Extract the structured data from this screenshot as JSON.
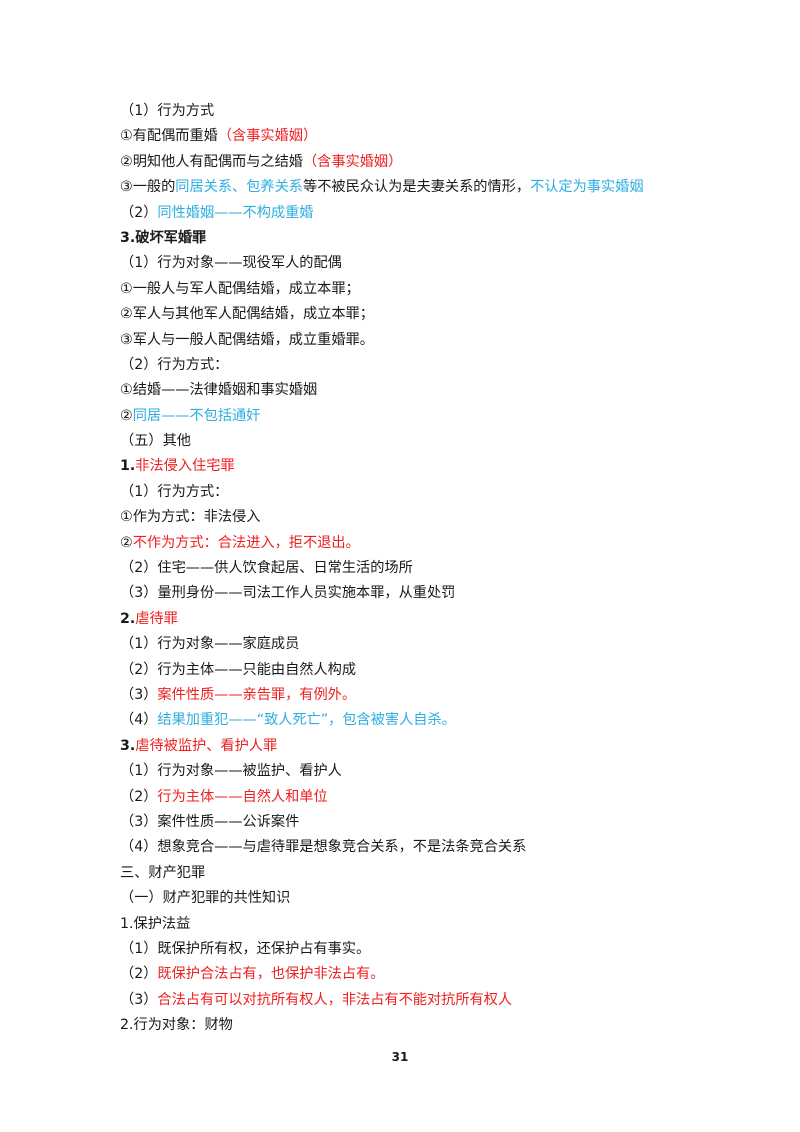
{
  "lines": [
    {
      "segs": [
        {
          "t": "（1）行为方式",
          "c": "black"
        }
      ]
    },
    {
      "segs": [
        {
          "t": "①有配偶而重婚",
          "c": "black"
        },
        {
          "t": "（含事实婚姻）",
          "c": "red"
        }
      ]
    },
    {
      "segs": [
        {
          "t": "②明知他人有配偶而与之结婚",
          "c": "black"
        },
        {
          "t": "（含事实婚姻）",
          "c": "red"
        }
      ]
    },
    {
      "segs": [
        {
          "t": "③一般的",
          "c": "black"
        },
        {
          "t": "同居关系、包养关系",
          "c": "blue"
        },
        {
          "t": "等不被民众认为是夫妻关系的情形，",
          "c": "black"
        },
        {
          "t": "不认定为事实婚姻",
          "c": "blue"
        }
      ]
    },
    {
      "segs": [
        {
          "t": "（2）",
          "c": "black"
        },
        {
          "t": "同性婚姻——不构成重婚",
          "c": "blue"
        }
      ]
    },
    {
      "segs": [
        {
          "t": "3.破坏军婚罪",
          "c": "black",
          "b": true
        }
      ]
    },
    {
      "segs": [
        {
          "t": "（1）行为对象——现役军人的配偶",
          "c": "black"
        }
      ]
    },
    {
      "segs": [
        {
          "t": "①一般人与军人配偶结婚，成立本罪；",
          "c": "black"
        }
      ]
    },
    {
      "segs": [
        {
          "t": "②军人与其他军人配偶结婚，成立本罪；",
          "c": "black"
        }
      ]
    },
    {
      "segs": [
        {
          "t": "③军人与一般人配偶结婚，成立重婚罪。",
          "c": "black"
        }
      ]
    },
    {
      "segs": [
        {
          "t": "（2）行为方式：",
          "c": "black"
        }
      ]
    },
    {
      "segs": [
        {
          "t": "①结婚——法律婚姻和事实婚姻",
          "c": "black"
        }
      ]
    },
    {
      "segs": [
        {
          "t": "②",
          "c": "black"
        },
        {
          "t": "同居——不包括通奸",
          "c": "blue"
        }
      ]
    },
    {
      "segs": [
        {
          "t": "（五）其他",
          "c": "black"
        }
      ]
    },
    {
      "segs": [
        {
          "t": "1.",
          "c": "black",
          "b": true
        },
        {
          "t": "非法侵入住宅罪",
          "c": "red"
        }
      ]
    },
    {
      "segs": [
        {
          "t": "（1）行为方式：",
          "c": "black"
        }
      ]
    },
    {
      "segs": [
        {
          "t": "①作为方式：非法侵入",
          "c": "black"
        }
      ]
    },
    {
      "segs": [
        {
          "t": "②",
          "c": "black"
        },
        {
          "t": "不作为方式：合法进入，拒不退出。",
          "c": "red"
        }
      ]
    },
    {
      "segs": [
        {
          "t": "（2）住宅——供人饮食起居、日常生活的场所",
          "c": "black"
        }
      ]
    },
    {
      "segs": [
        {
          "t": "（3）量刑身份——司法工作人员实施本罪，从重处罚",
          "c": "black"
        }
      ]
    },
    {
      "segs": [
        {
          "t": "2.",
          "c": "black",
          "b": true
        },
        {
          "t": "虐待罪",
          "c": "red"
        }
      ]
    },
    {
      "segs": [
        {
          "t": "（1）行为对象——家庭成员",
          "c": "black"
        }
      ]
    },
    {
      "segs": [
        {
          "t": "（2）行为主体——只能由自然人构成",
          "c": "black"
        }
      ]
    },
    {
      "segs": [
        {
          "t": "（3）",
          "c": "black"
        },
        {
          "t": "案件性质——亲告罪，有例外。",
          "c": "red"
        }
      ]
    },
    {
      "segs": [
        {
          "t": "（4）",
          "c": "black"
        },
        {
          "t": "结果加重犯——“致人死亡”，包含被害人自杀。",
          "c": "blue"
        }
      ]
    },
    {
      "segs": [
        {
          "t": "3.",
          "c": "black",
          "b": true
        },
        {
          "t": "虐待被监护、看护人罪",
          "c": "red"
        }
      ]
    },
    {
      "segs": [
        {
          "t": "（1）行为对象——被监护、看护人",
          "c": "black"
        }
      ]
    },
    {
      "segs": [
        {
          "t": "（2）",
          "c": "black"
        },
        {
          "t": "行为主体——自然人和单位",
          "c": "red"
        }
      ]
    },
    {
      "segs": [
        {
          "t": "（3）案件性质——公诉案件",
          "c": "black"
        }
      ]
    },
    {
      "segs": [
        {
          "t": "（4）想象竞合——与虐待罪是想象竞合关系，不是法条竞合关系",
          "c": "black"
        }
      ]
    },
    {
      "segs": [
        {
          "t": "三、财产犯罪",
          "c": "black"
        }
      ]
    },
    {
      "segs": [
        {
          "t": "（一）财产犯罪的共性知识",
          "c": "black"
        }
      ]
    },
    {
      "segs": [
        {
          "t": "1.保护法益",
          "c": "black"
        }
      ]
    },
    {
      "segs": [
        {
          "t": "（1）既保护所有权，还保护占有事实。",
          "c": "black"
        }
      ]
    },
    {
      "segs": [
        {
          "t": "（2）",
          "c": "black"
        },
        {
          "t": "既保护合法占有，也保护非法占有。",
          "c": "red"
        }
      ]
    },
    {
      "segs": [
        {
          "t": "（3）",
          "c": "black"
        },
        {
          "t": "合法占有可以对抗所有权人，非法占有不能对抗所有权人",
          "c": "red"
        }
      ]
    },
    {
      "segs": [
        {
          "t": "2.行为对象：财物",
          "c": "black"
        }
      ]
    }
  ],
  "page_number": "31"
}
